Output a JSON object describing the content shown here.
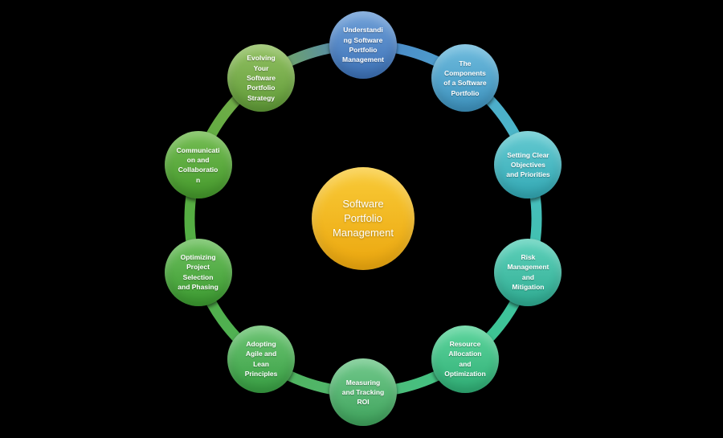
{
  "diagram": {
    "title": "Software Portfolio Management cycle diagram",
    "background_color": "#000000",
    "center": {
      "lines": [
        "Software",
        "Portfolio",
        "Management"
      ],
      "color_top": "#F9CB38",
      "color_bottom": "#EBA60E"
    },
    "nodes": [
      {
        "lines": [
          "Understandi",
          "ng Software",
          "Portfolio",
          "Management"
        ],
        "color_top": "#6FA0D8",
        "color_bottom": "#3C71B6",
        "color_base": "#4A82C6"
      },
      {
        "lines": [
          "The",
          "Components",
          "of a Software",
          "Portfolio"
        ],
        "color_top": "#6FBCDE",
        "color_bottom": "#3D92BE",
        "color_base": "#4FA6CE"
      },
      {
        "lines": [
          "Setting Clear",
          "Objectives",
          "and Priorities"
        ],
        "color_top": "#66CBD2",
        "color_bottom": "#32A8B4",
        "color_base": "#49BCC5"
      },
      {
        "lines": [
          "Risk",
          "Management",
          "and",
          "Mitigation"
        ],
        "color_top": "#5FD2BC",
        "color_bottom": "#2FAC92",
        "color_base": "#3FC2A8"
      },
      {
        "lines": [
          "Resource",
          "Allocation",
          "and",
          "Optimization"
        ],
        "color_top": "#5ED69E",
        "color_bottom": "#2FAE75",
        "color_base": "#3DC689"
      },
      {
        "lines": [
          "Measuring",
          "and Tracking",
          "ROI"
        ],
        "color_top": "#72C98C",
        "color_bottom": "#3FA35C",
        "color_base": "#52B874"
      },
      {
        "lines": [
          "Adopting",
          "Agile and",
          "Lean",
          "Principles"
        ],
        "color_top": "#6EC575",
        "color_bottom": "#379E42",
        "color_base": "#4FB257"
      },
      {
        "lines": [
          "Optimizing",
          "Project",
          "Selection",
          "and Phasing"
        ],
        "color_top": "#6EC05F",
        "color_bottom": "#3B9A30",
        "color_base": "#52AF47"
      },
      {
        "lines": [
          "Communicati",
          "on and",
          "Collaboratio",
          "n"
        ],
        "color_top": "#76BE54",
        "color_bottom": "#44982B",
        "color_base": "#58AC3E"
      },
      {
        "lines": [
          "Evolving",
          "Your",
          "Software",
          "Portfolio",
          "Strategy"
        ],
        "color_top": "#93C163",
        "color_bottom": "#5F9A37",
        "color_base": "#7BAD4C"
      }
    ]
  }
}
